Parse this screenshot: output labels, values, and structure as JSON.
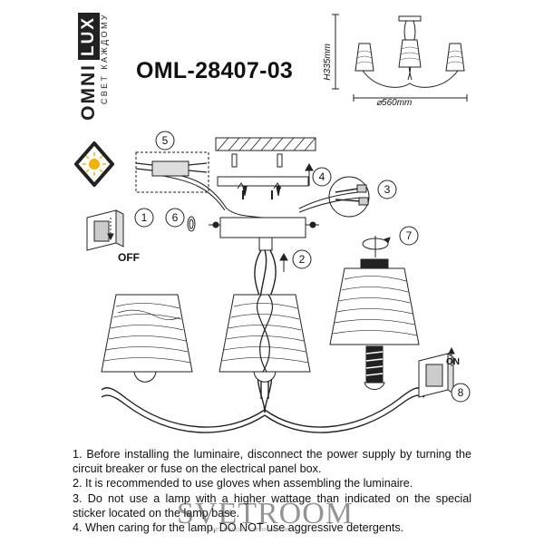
{
  "brand": {
    "name_part1": "OMNI",
    "name_part2": "LUX",
    "tagline": "СВЕТ КАЖДОМУ"
  },
  "model": "OML-28407-03",
  "dimensions": {
    "height": "H335mm",
    "diameter": "⌀560mm"
  },
  "steps": {
    "s1": "1",
    "s2": "2",
    "s3": "3",
    "s4": "4",
    "s5": "5",
    "s6": "6",
    "s7": "7",
    "s8": "8"
  },
  "switch_labels": {
    "off": "OFF",
    "on": "ON"
  },
  "instructions": [
    "1. Before installing the luminaire, disconnect the power supply by turning the circuit breaker or fuse on the electrical panel box.",
    "2. It is recommended to use gloves when assembling the luminaire.",
    "3. Do not use a lamp with a higher wattage than indicated on the special sticker located on the lamp base.",
    "4. When caring for the lamp, DO NOT use aggressive detergents."
  ],
  "watermark": {
    "text": "SVETROOM",
    "sub": "интернет-магазин светильников"
  }
}
